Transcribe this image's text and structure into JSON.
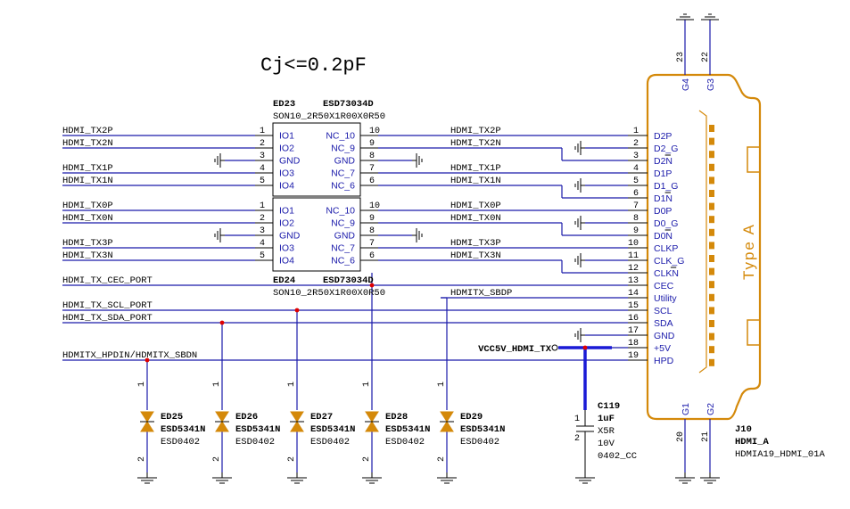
{
  "note": "Cj<=0.2pF",
  "ic_top": {
    "ref": "ED23",
    "part": "ESD73034D",
    "pkg": "SON10_2R50X1R00X0R50"
  },
  "ic_bottom": {
    "ref": "ED24",
    "part": "ESD73034D",
    "pkg": "SON10_2R50X1R00X0R50"
  },
  "ic_left_pins": [
    "IO1",
    "IO2",
    "GND",
    "IO3",
    "IO4"
  ],
  "ic_right_pins": [
    "NC_10",
    "NC_9",
    "GND",
    "NC_7",
    "NC_6"
  ],
  "ic_left_nums": [
    "1",
    "2",
    "3",
    "4",
    "5"
  ],
  "ic_right_nums": [
    "10",
    "9",
    "8",
    "7",
    "6"
  ],
  "left_nets": [
    "HDMI_TX2P",
    "HDMI_TX2N",
    "HDMI_TX1P",
    "HDMI_TX1N",
    "HDMI_TX0P",
    "HDMI_TX0N",
    "HDMI_TX3P",
    "HDMI_TX3N",
    "HDMI_TX_CEC_PORT",
    "HDMI_TX_SCL_PORT",
    "HDMI_TX_SDA_PORT",
    "HDMITX_HPDIN/HDMITX_SBDN"
  ],
  "right_nets": [
    "HDMI_TX2P",
    "HDMI_TX2N",
    "HDMI_TX1P",
    "HDMI_TX1N",
    "HDMI_TX0P",
    "HDMI_TX0N",
    "HDMI_TX3P",
    "HDMI_TX3N",
    "HDMITX_SBDP"
  ],
  "connector": {
    "ref": "J10",
    "name": "HDMI_A",
    "footprint": "HDMIA19_HDMI_01A",
    "type_label": "Type A",
    "pin_nums": [
      "1",
      "2",
      "3",
      "4",
      "5",
      "6",
      "7",
      "8",
      "9",
      "10",
      "11",
      "12",
      "13",
      "14",
      "15",
      "16",
      "17",
      "18",
      "19"
    ],
    "pin_names": [
      "D2P",
      "D2_G",
      "D2N",
      "D1P",
      "D1_G",
      "D1N",
      "D0P",
      "D0_G",
      "D0N",
      "CLKP",
      "CLK_G",
      "CLKN",
      "CEC",
      "Utility",
      "SCL",
      "SDA",
      "GND",
      "+5V",
      "HPD"
    ],
    "shield_top": [
      {
        "name": "G4",
        "num": "23"
      },
      {
        "name": "G3",
        "num": "22"
      }
    ],
    "shield_bottom": [
      {
        "name": "G1",
        "num": "20"
      },
      {
        "name": "G2",
        "num": "21"
      }
    ]
  },
  "power_net": "VCC5V_HDMI_TX",
  "diodes": [
    {
      "ref": "ED25",
      "part": "ESD5341N",
      "pkg": "ESD0402",
      "pin_a": "1",
      "pin_k": "2"
    },
    {
      "ref": "ED26",
      "part": "ESD5341N",
      "pkg": "ESD0402",
      "pin_a": "1",
      "pin_k": "2"
    },
    {
      "ref": "ED27",
      "part": "ESD5341N",
      "pkg": "ESD0402",
      "pin_a": "1",
      "pin_k": "2"
    },
    {
      "ref": "ED28",
      "part": "ESD5341N",
      "pkg": "ESD0402",
      "pin_a": "1",
      "pin_k": "2"
    },
    {
      "ref": "ED29",
      "part": "ESD5341N",
      "pkg": "ESD0402",
      "pin_a": "1",
      "pin_k": "2"
    }
  ],
  "capacitor": {
    "ref": "C119",
    "value": "1uF",
    "dielectric": "X5R",
    "voltage": "10V",
    "pkg": "0402_CC",
    "pin1": "1",
    "pin2": "2"
  }
}
